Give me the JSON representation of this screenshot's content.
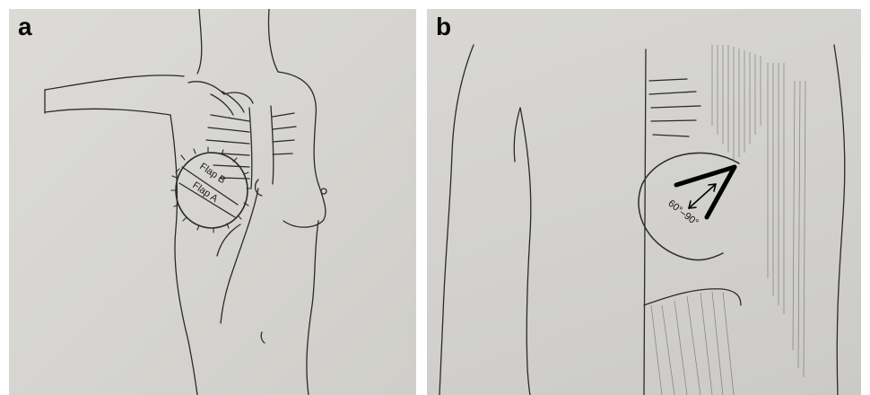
{
  "panels": [
    {
      "label": "a",
      "annotations": {
        "flap_b": "Flap B",
        "flap_a": "Flap A"
      }
    },
    {
      "label": "b",
      "annotations": {
        "angle": "60°–90°"
      }
    }
  ],
  "colors": {
    "pencil": "#2a2a2a",
    "paper_a": "#d8d7d3",
    "paper_b": "#d2d1cd",
    "arrow": "#000000"
  }
}
